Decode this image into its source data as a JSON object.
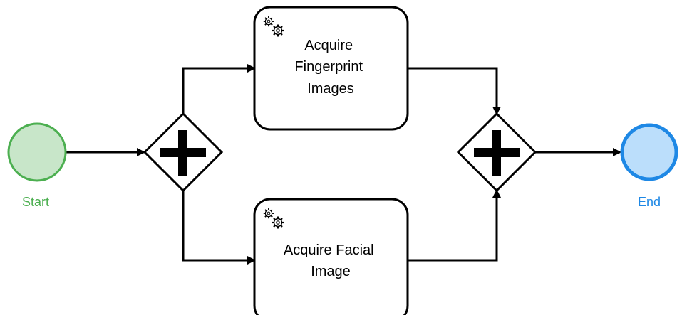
{
  "events": {
    "start": {
      "label": "Start",
      "stroke": "#4caf50",
      "fill": "#c8e6c9"
    },
    "end": {
      "label": "End",
      "stroke": "#1e88e5",
      "fill": "#bbdefb"
    }
  },
  "tasks": {
    "fingerprint": {
      "lines": [
        "Acquire",
        "Fingerprint",
        "Images"
      ],
      "icon": "gears-icon"
    },
    "facial": {
      "lines": [
        "Acquire Facial",
        "Image"
      ],
      "icon": "gears-icon"
    }
  },
  "gateways": {
    "split": {
      "type": "parallel"
    },
    "join": {
      "type": "parallel"
    }
  }
}
